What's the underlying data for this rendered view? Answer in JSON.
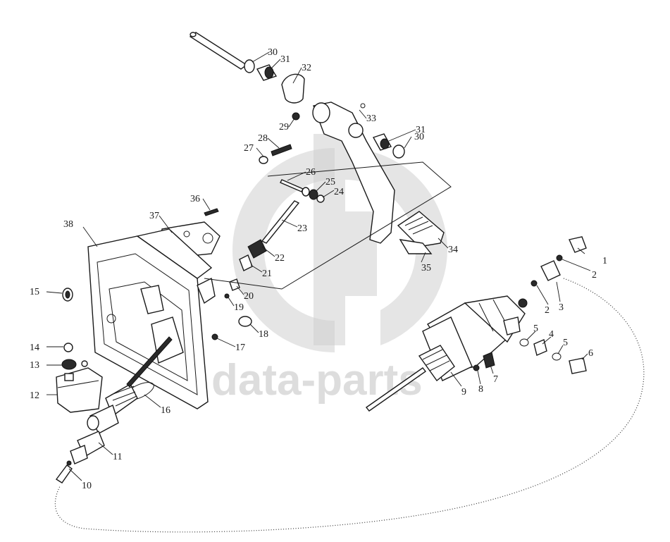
{
  "watermark": {
    "text": "data-parts",
    "color": "#cfcfcf"
  },
  "labels": [
    {
      "id": "1",
      "text": "1"
    },
    {
      "id": "2a",
      "text": "2"
    },
    {
      "id": "2b",
      "text": "2"
    },
    {
      "id": "3",
      "text": "3"
    },
    {
      "id": "4",
      "text": "4"
    },
    {
      "id": "5a",
      "text": "5"
    },
    {
      "id": "5b",
      "text": "5"
    },
    {
      "id": "6",
      "text": "6"
    },
    {
      "id": "7",
      "text": "7"
    },
    {
      "id": "8",
      "text": "8"
    },
    {
      "id": "9",
      "text": "9"
    },
    {
      "id": "10",
      "text": "10"
    },
    {
      "id": "11",
      "text": "11"
    },
    {
      "id": "12",
      "text": "12"
    },
    {
      "id": "13",
      "text": "13"
    },
    {
      "id": "14",
      "text": "14"
    },
    {
      "id": "15",
      "text": "15"
    },
    {
      "id": "16",
      "text": "16"
    },
    {
      "id": "17",
      "text": "17"
    },
    {
      "id": "18",
      "text": "18"
    },
    {
      "id": "19",
      "text": "19"
    },
    {
      "id": "20",
      "text": "20"
    },
    {
      "id": "21",
      "text": "21"
    },
    {
      "id": "22",
      "text": "22"
    },
    {
      "id": "23",
      "text": "23"
    },
    {
      "id": "24",
      "text": "24"
    },
    {
      "id": "25",
      "text": "25"
    },
    {
      "id": "26",
      "text": "26"
    },
    {
      "id": "27",
      "text": "27"
    },
    {
      "id": "28",
      "text": "28"
    },
    {
      "id": "29",
      "text": "29"
    },
    {
      "id": "30a",
      "text": "30"
    },
    {
      "id": "30b",
      "text": "30"
    },
    {
      "id": "31a",
      "text": "31"
    },
    {
      "id": "31b",
      "text": "31"
    },
    {
      "id": "32",
      "text": "32"
    },
    {
      "id": "33",
      "text": "33"
    },
    {
      "id": "34",
      "text": "34"
    },
    {
      "id": "35",
      "text": "35"
    },
    {
      "id": "36",
      "text": "36"
    },
    {
      "id": "37",
      "text": "37"
    },
    {
      "id": "38",
      "text": "38"
    }
  ]
}
